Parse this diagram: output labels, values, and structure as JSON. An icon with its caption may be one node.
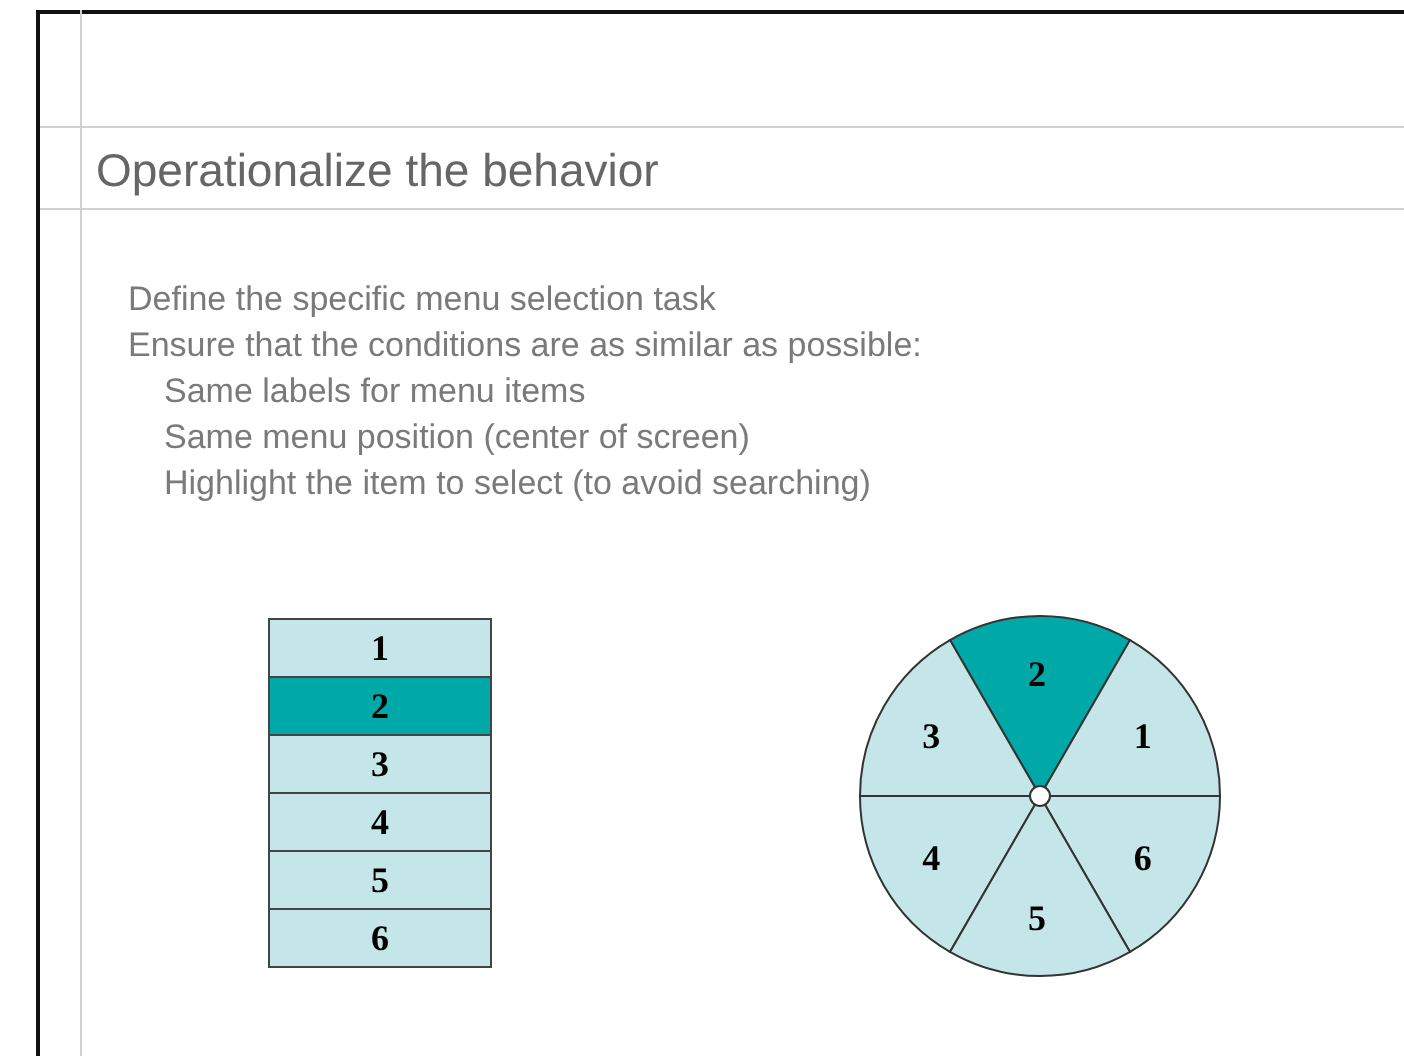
{
  "diagram": {
    "title": "Operationalize the behavior",
    "nodes": [
      {
        "text": [
          "1"
        ]
      },
      {
        "text": [
          "2"
        ]
      },
      {
        "text": [
          "3"
        ]
      },
      {
        "text": [
          "4"
        ]
      },
      {
        "text": [
          "5"
        ]
      },
      {
        "text": [
          "6"
        ]
      },
      {
        "text": [
          "2"
        ]
      },
      {
        "text": [
          "3"
        ]
      },
      {
        "text": [
          "1"
        ]
      },
      {
        "text": [
          "4"
        ]
      },
      {
        "text": [
          "6"
        ]
      },
      {
        "text": [
          "5"
        ]
      }
    ],
    "labels": [
      "Define the specific menu selection task",
      "Ensure that the conditions are as similar as possible:",
      "Same labels for menu items",
      "Same menu position (center of screen)",
      "Highlight the item to select (to avoid searching)"
    ]
  }
}
